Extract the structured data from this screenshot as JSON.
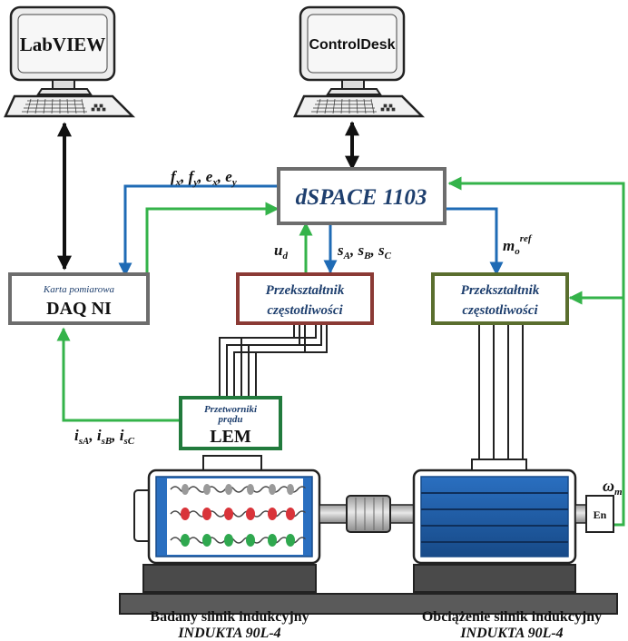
{
  "computers": {
    "left": {
      "label": "LabVIEW"
    },
    "right": {
      "label": "ControlDesk"
    }
  },
  "blocks": {
    "dspace": {
      "label": "dSPACE 1103"
    },
    "daq": {
      "subtitle": "Karta pomiarowa",
      "label": "DAQ NI"
    },
    "converter_left": {
      "line1": "Przekształtnik",
      "line2": "częstotliwości"
    },
    "converter_right": {
      "line1": "Przekształtnik",
      "line2": "częstotliwości"
    },
    "lem": {
      "subtitle_line1": "Przetworniki",
      "subtitle_line2": "prądu",
      "label": "LEM"
    },
    "encoder": {
      "label": "En"
    }
  },
  "signals": {
    "fe": {
      "f1": "f",
      "f1_sub": "x",
      "f2": "f",
      "f2_sub": "y",
      "e1": "e",
      "e1_sub": "x",
      "e2": "e",
      "e2_sub": "y",
      "sep": ", "
    },
    "ud": {
      "base": "u",
      "sub": "d"
    },
    "s": {
      "s1": "s",
      "s1_sub": "A",
      "s2": "s",
      "s2_sub": "B",
      "s3": "s",
      "s3_sub": "C",
      "sep": ", "
    },
    "mo": {
      "base": "m",
      "sub": "o",
      "sup": "ref"
    },
    "i": {
      "i1": "i",
      "i1_sub": "sA",
      "i2": "i",
      "i2_sub": "sB",
      "i3": "i",
      "i3_sub": "sC",
      "sep": ", "
    },
    "omega": {
      "base": "ω",
      "sub": "m"
    }
  },
  "captions": {
    "left": {
      "line1": "Badany silnik indukcyjny",
      "line2": "INDUKTA 90L-4"
    },
    "right": {
      "line1": "Obciążenie silnik indukcyjny",
      "line2": "INDUKTA 90L-4"
    }
  },
  "colors": {
    "blue_signal": "#1f6bb5",
    "green_signal": "#34b34a",
    "black_link": "#111111",
    "dspace_border": "#6d6d6d",
    "dspace_text": "#1e3f6e",
    "converter_left_border": "#8b3a35",
    "converter_right_border": "#5a6e2e",
    "lem_border": "#217a3c",
    "motor_blue": "#1d5fa8",
    "base_gray": "#5a5a5a"
  }
}
